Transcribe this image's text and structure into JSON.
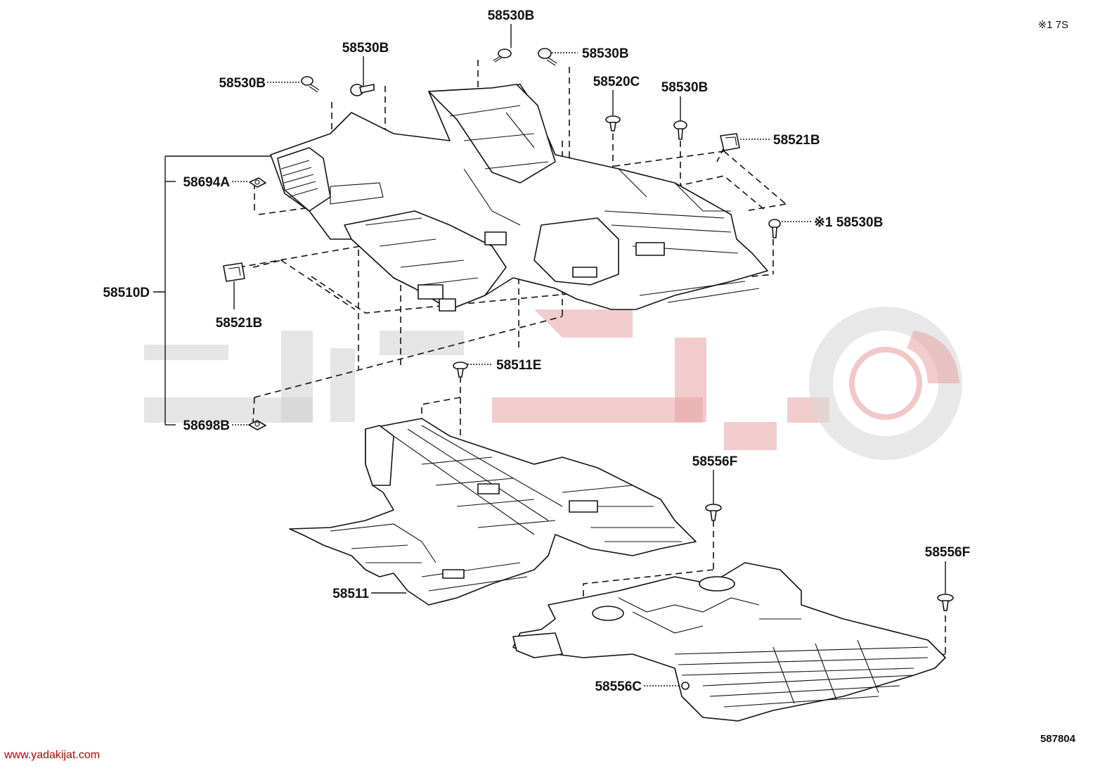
{
  "header": {
    "code": "※1 7S"
  },
  "footer": {
    "diagram_number": "587804",
    "website": "www.yadakijat.com"
  },
  "labels": {
    "bolt_top_center": "58530B",
    "bolt_top_right": "58530B",
    "bolt_left_upper": "58530B",
    "bolt_left": "58530B",
    "clip_58520c": "58520C",
    "bolt_right": "58530B",
    "retainer_right": "58521B",
    "bolt_note1": "※1 58530B",
    "nut_58694a": "58694A",
    "mat_assembly": "58510D",
    "retainer_left": "58521B",
    "clip_58511e": "58511E",
    "nut_58698b": "58698B",
    "clip_58556f_upper": "58556F",
    "clip_58556f_lower": "58556F",
    "silencer_front": "58511",
    "silencer_rear": "58556C"
  }
}
